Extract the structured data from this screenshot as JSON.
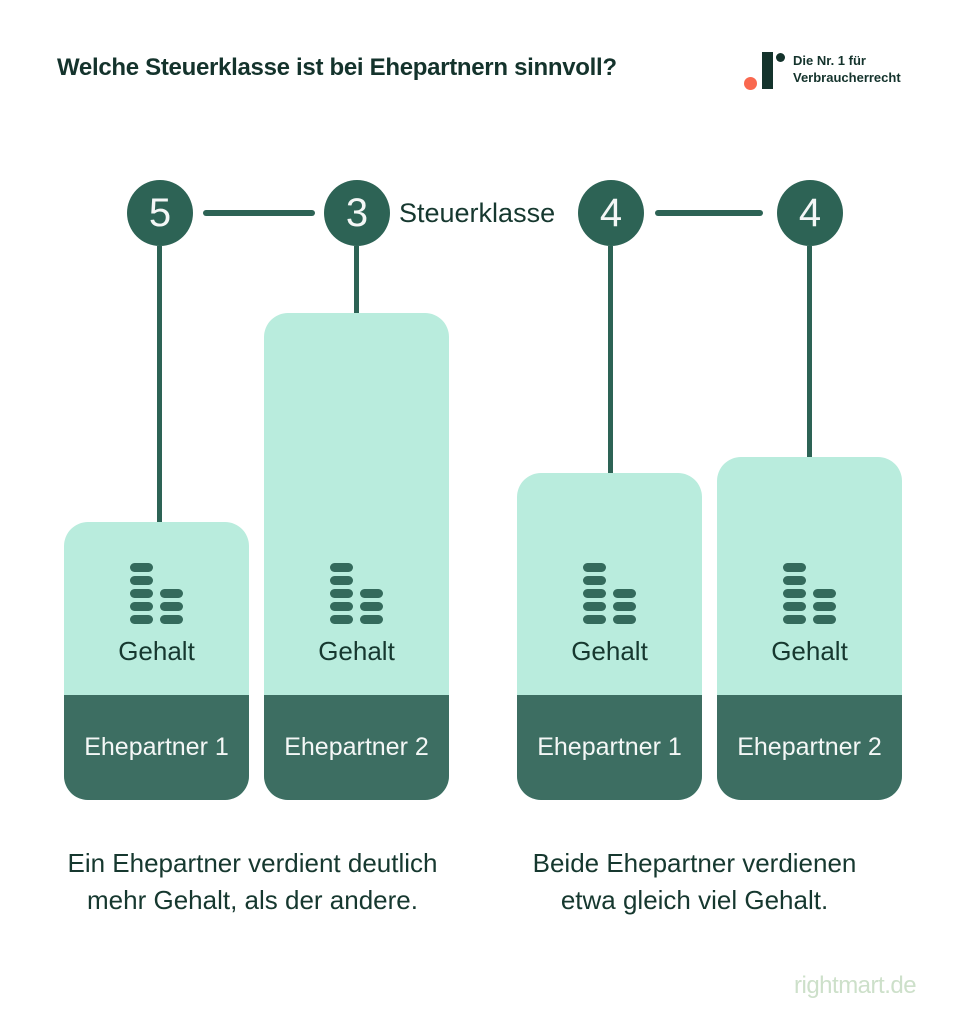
{
  "page": {
    "title": "Welche Steuerklasse ist bei Ehepartnern sinnvoll?",
    "brand": {
      "tagline_line1": "Die Nr. 1 für",
      "tagline_line2": "Verbraucherrecht"
    },
    "steuerklasse_label": "Steuerklasse",
    "watermark": "rightmart.de"
  },
  "scenarios": [
    {
      "caption_line1": "Ein Ehepartner verdient deutlich",
      "caption_line2": "mehr Gehalt, als der andere.",
      "partners": [
        {
          "steuerklasse": "5",
          "salary_label": "Gehalt",
          "partner_label": "Ehepartner 1",
          "salary_level": "low"
        },
        {
          "steuerklasse": "3",
          "salary_label": "Gehalt",
          "partner_label": "Ehepartner 2",
          "salary_level": "high"
        }
      ]
    },
    {
      "caption_line1": "Beide Ehepartner verdienen",
      "caption_line2": "etwa gleich viel Gehalt.",
      "partners": [
        {
          "steuerklasse": "4",
          "salary_label": "Gehalt",
          "partner_label": "Ehepartner 1",
          "salary_level": "medium"
        },
        {
          "steuerklasse": "4",
          "salary_label": "Gehalt",
          "partner_label": "Ehepartner 2",
          "salary_level": "medium"
        }
      ]
    }
  ],
  "colors": {
    "bg": "#ffffff",
    "dark": "#14332c",
    "dark_soft": "#16382f",
    "teal": "#2d6355",
    "mint": "#b9ecdd",
    "footer": "#3d6e62",
    "eq": "#346a5c",
    "coral": "#f9684f",
    "light_text": "#f4f7f6",
    "watermark": "#cde0ca"
  }
}
